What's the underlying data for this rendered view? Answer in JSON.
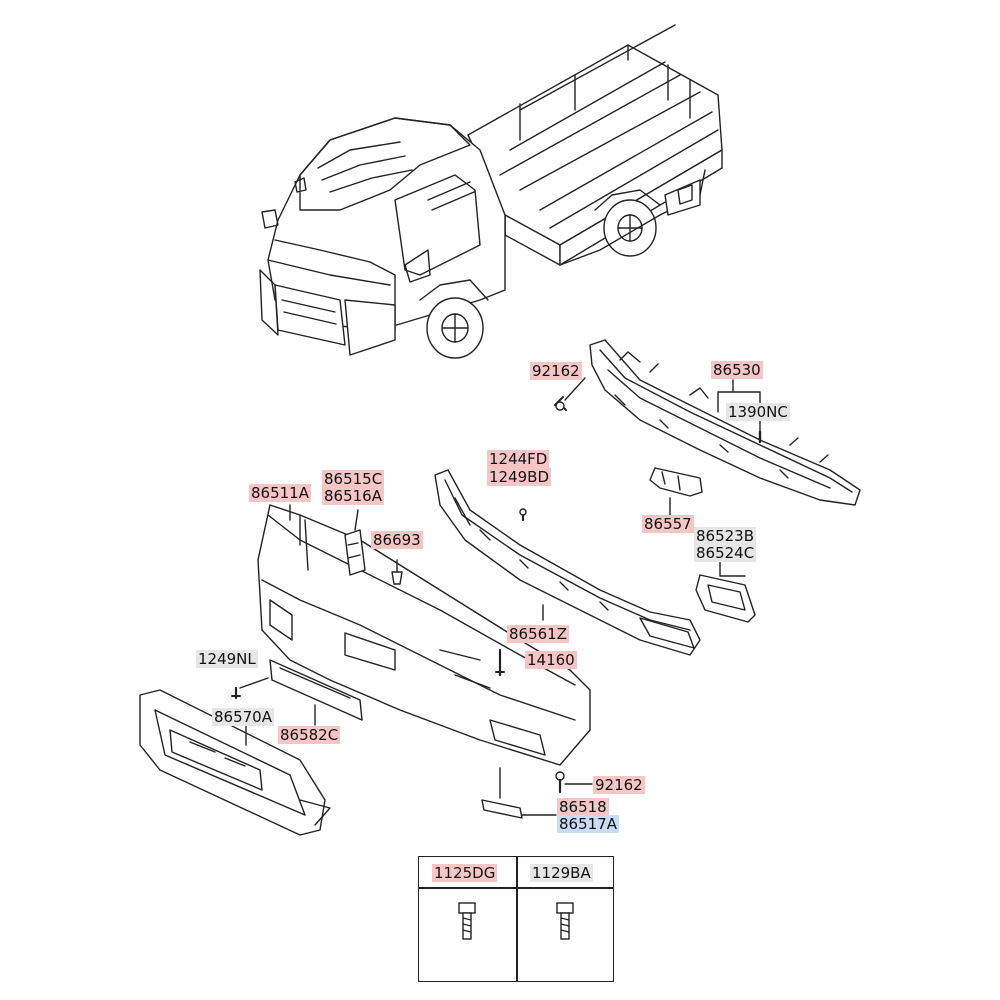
{
  "colors": {
    "label_red": "#f6c6c6",
    "label_grey": "#e6e6e6",
    "label_blue": "#c9dcf4",
    "line": "#222222"
  },
  "labels": {
    "p92162_top": {
      "text": "92162",
      "color": "red"
    },
    "p86530": {
      "text": "86530",
      "color": "red"
    },
    "p1390NC": {
      "text": "1390NC",
      "color": "grey"
    },
    "p1244FD": {
      "text": "1244FD",
      "color": "red"
    },
    "p1249BD": {
      "text": "1249BD",
      "color": "red"
    },
    "p86515C": {
      "text": "86515C",
      "color": "red"
    },
    "p86516A": {
      "text": "86516A",
      "color": "red"
    },
    "p86511A": {
      "text": "86511A",
      "color": "red"
    },
    "p86693": {
      "text": "86693",
      "color": "red"
    },
    "p86557": {
      "text": "86557",
      "color": "red"
    },
    "p86523B": {
      "text": "86523B",
      "color": "grey"
    },
    "p86524C": {
      "text": "86524C",
      "color": "grey"
    },
    "p86561Z": {
      "text": "86561Z",
      "color": "red"
    },
    "p14160": {
      "text": "14160",
      "color": "red"
    },
    "p1249NL": {
      "text": "1249NL",
      "color": "grey"
    },
    "p86570A": {
      "text": "86570A",
      "color": "grey"
    },
    "p86582C": {
      "text": "86582C",
      "color": "red"
    },
    "p92162_bottom": {
      "text": "92162",
      "color": "red"
    },
    "p86518": {
      "text": "86518",
      "color": "red"
    },
    "p86517A": {
      "text": "86517A",
      "color": "blue"
    }
  },
  "legend": {
    "left": {
      "text": "1125DG",
      "color": "red"
    },
    "right": {
      "text": "1129BA",
      "color": "grey"
    }
  }
}
